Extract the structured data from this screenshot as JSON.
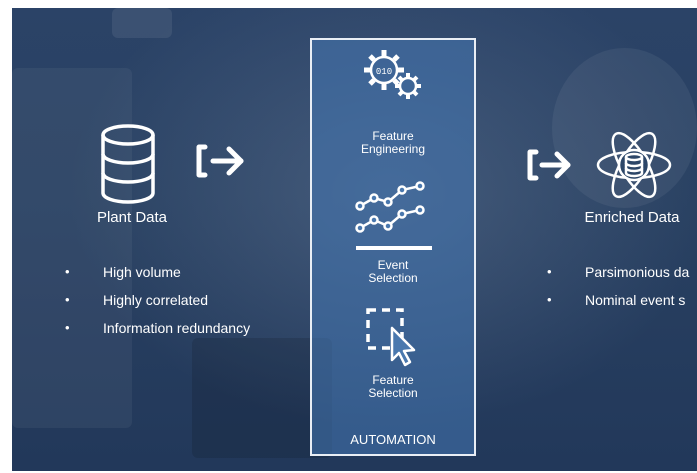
{
  "left": {
    "title": "Plant Data",
    "bullets": [
      "High volume",
      "Highly correlated",
      "Information redundancy"
    ]
  },
  "automation": {
    "steps": [
      {
        "label_line1": "Feature",
        "label_line2": "Engineering",
        "icon": "gears-icon"
      },
      {
        "label_line1": "Event",
        "label_line2": "Selection",
        "icon": "event-line-icon"
      },
      {
        "label_line1": "Feature",
        "label_line2": "Selection",
        "icon": "selection-cursor-icon"
      }
    ],
    "footer": "AUTOMATION"
  },
  "right": {
    "title": "Enriched Data",
    "bullets": [
      "Parsimonious da",
      "Nominal event s"
    ]
  },
  "colors": {
    "background": "#294162",
    "panel": "#4678b4",
    "text": "#ffffff"
  }
}
